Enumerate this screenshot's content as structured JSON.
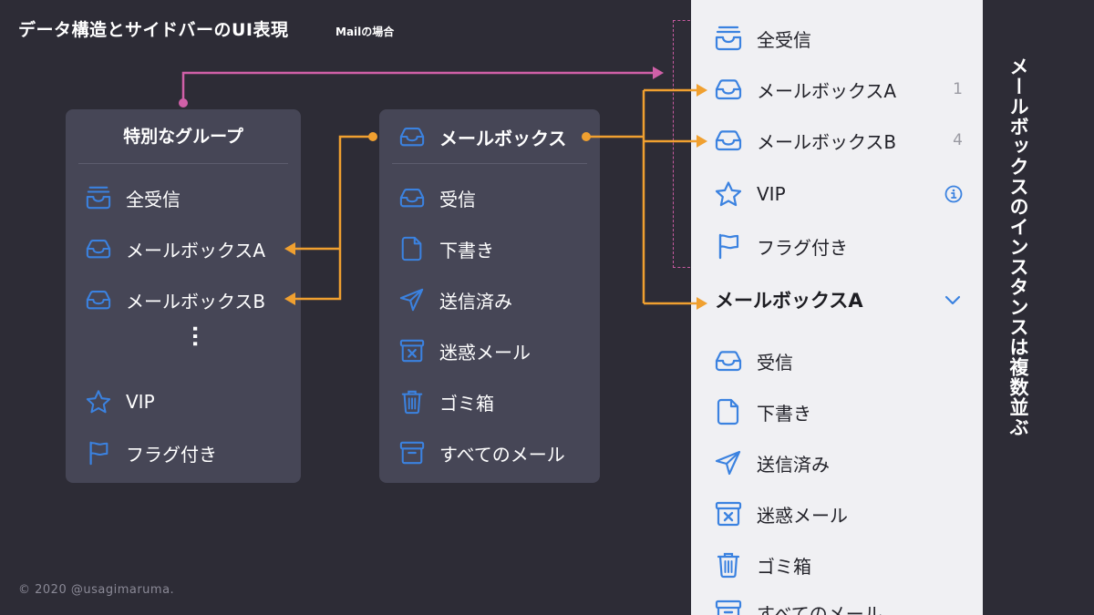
{
  "title": "データ構造とサイドバーのUI表現",
  "subtitle": "Mailの場合",
  "copyright": "© 2020 @usagimaruma.",
  "colors": {
    "accent": "#3b82e0",
    "arrow_orange": "#f0a030",
    "arrow_pink": "#d060a8"
  },
  "special_group": {
    "header": "特別なグループ",
    "items": [
      {
        "label": "全受信",
        "icon": "inbox-stack-icon"
      },
      {
        "label": "メールボックスA",
        "icon": "tray-icon"
      },
      {
        "label": "メールボックスB",
        "icon": "tray-icon"
      },
      {
        "label": "VIP",
        "icon": "star-icon"
      },
      {
        "label": "フラグ付き",
        "icon": "flag-icon"
      }
    ]
  },
  "mailbox": {
    "header": "メールボックス",
    "items": [
      {
        "label": "受信",
        "icon": "tray-icon"
      },
      {
        "label": "下書き",
        "icon": "document-icon"
      },
      {
        "label": "送信済み",
        "icon": "paper-plane-icon"
      },
      {
        "label": "迷惑メール",
        "icon": "junk-icon"
      },
      {
        "label": "ゴミ箱",
        "icon": "trash-icon"
      },
      {
        "label": "すべてのメール",
        "icon": "archive-icon"
      }
    ]
  },
  "sidebar": {
    "top_items": [
      {
        "label": "全受信",
        "icon": "inbox-stack-icon"
      },
      {
        "label": "メールボックスA",
        "count": "1",
        "icon": "tray-icon"
      },
      {
        "label": "メールボックスB",
        "count": "4",
        "icon": "tray-icon"
      },
      {
        "label": "VIP",
        "icon": "star-icon",
        "accessory": "info-icon"
      },
      {
        "label": "フラグ付き",
        "icon": "flag-icon"
      }
    ],
    "section_header": "メールボックスA",
    "section_items": [
      {
        "label": "受信",
        "icon": "tray-icon"
      },
      {
        "label": "下書き",
        "icon": "document-icon"
      },
      {
        "label": "送信済み",
        "icon": "paper-plane-icon"
      },
      {
        "label": "迷惑メール",
        "icon": "junk-icon"
      },
      {
        "label": "ゴミ箱",
        "icon": "trash-icon"
      },
      {
        "label": "すべてのメール",
        "icon": "archive-icon"
      }
    ]
  },
  "vertical_note": "メールボックスのインスタンスは複数並ぶ"
}
